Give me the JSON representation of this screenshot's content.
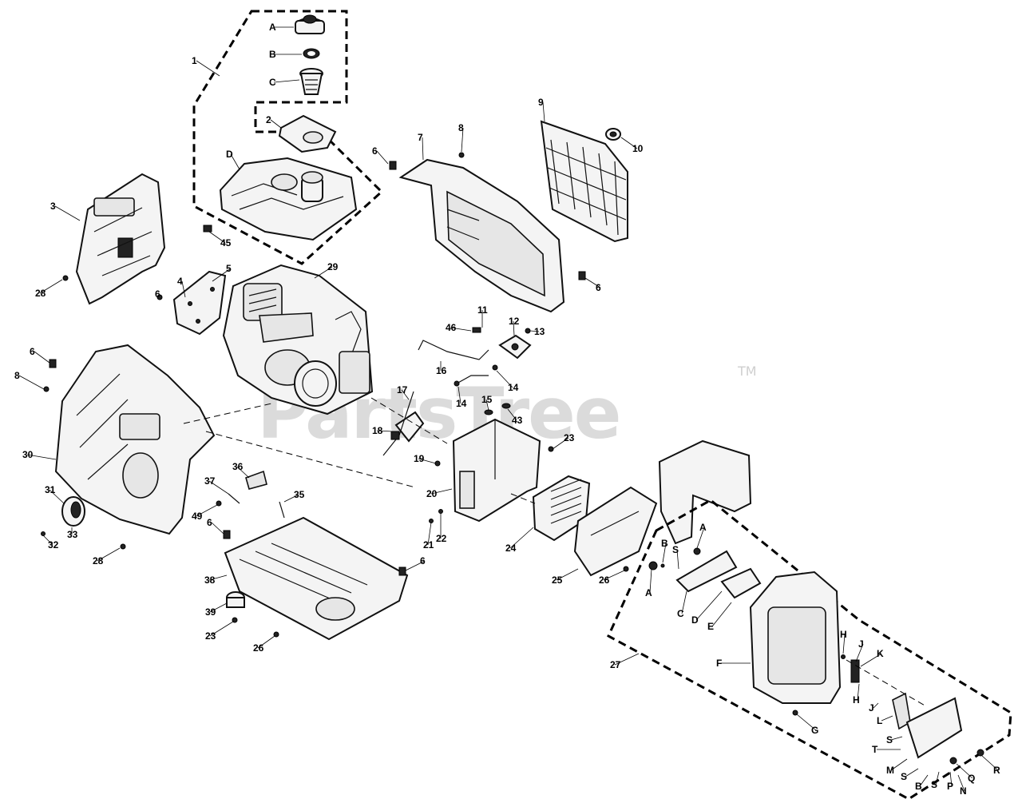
{
  "watermark": {
    "text": "PartsTree",
    "mark": "TM"
  },
  "callouts": [
    {
      "id": "1",
      "text": "1"
    },
    {
      "id": "A-top",
      "text": "A"
    },
    {
      "id": "B-top",
      "text": "B"
    },
    {
      "id": "C-top",
      "text": "C"
    },
    {
      "id": "2",
      "text": "2"
    },
    {
      "id": "D-top",
      "text": "D"
    },
    {
      "id": "3",
      "text": "3"
    },
    {
      "id": "28-a",
      "text": "28"
    },
    {
      "id": "45",
      "text": "45"
    },
    {
      "id": "5",
      "text": "5"
    },
    {
      "id": "4",
      "text": "4"
    },
    {
      "id": "6-a",
      "text": "6"
    },
    {
      "id": "29",
      "text": "29"
    },
    {
      "id": "6-b",
      "text": "6"
    },
    {
      "id": "7",
      "text": "7"
    },
    {
      "id": "8-a",
      "text": "8"
    },
    {
      "id": "9",
      "text": "9"
    },
    {
      "id": "10",
      "text": "10"
    },
    {
      "id": "6-c",
      "text": "6"
    },
    {
      "id": "11",
      "text": "11"
    },
    {
      "id": "46",
      "text": "46"
    },
    {
      "id": "12",
      "text": "12"
    },
    {
      "id": "13",
      "text": "13"
    },
    {
      "id": "16",
      "text": "16"
    },
    {
      "id": "14-a",
      "text": "14"
    },
    {
      "id": "14-b",
      "text": "14"
    },
    {
      "id": "15",
      "text": "15"
    },
    {
      "id": "43",
      "text": "43"
    },
    {
      "id": "6-d",
      "text": "6"
    },
    {
      "id": "8-b",
      "text": "8"
    },
    {
      "id": "30",
      "text": "30"
    },
    {
      "id": "17",
      "text": "17"
    },
    {
      "id": "18",
      "text": "18"
    },
    {
      "id": "19",
      "text": "19"
    },
    {
      "id": "20",
      "text": "20"
    },
    {
      "id": "23-a",
      "text": "23"
    },
    {
      "id": "31",
      "text": "31"
    },
    {
      "id": "33",
      "text": "33"
    },
    {
      "id": "32",
      "text": "32"
    },
    {
      "id": "28-b",
      "text": "28"
    },
    {
      "id": "36",
      "text": "36"
    },
    {
      "id": "37",
      "text": "37"
    },
    {
      "id": "49",
      "text": "49"
    },
    {
      "id": "35",
      "text": "35"
    },
    {
      "id": "6-e",
      "text": "6"
    },
    {
      "id": "38",
      "text": "38"
    },
    {
      "id": "39",
      "text": "39"
    },
    {
      "id": "23-b",
      "text": "23"
    },
    {
      "id": "26-a",
      "text": "26"
    },
    {
      "id": "6-f",
      "text": "6"
    },
    {
      "id": "21",
      "text": "21"
    },
    {
      "id": "22",
      "text": "22"
    },
    {
      "id": "24",
      "text": "24"
    },
    {
      "id": "25",
      "text": "25"
    },
    {
      "id": "26-b",
      "text": "26"
    },
    {
      "id": "A-r1",
      "text": "A"
    },
    {
      "id": "B-r1",
      "text": "B"
    },
    {
      "id": "S-r1",
      "text": "S"
    },
    {
      "id": "A-r2",
      "text": "A"
    },
    {
      "id": "C-r",
      "text": "C"
    },
    {
      "id": "D-r",
      "text": "D"
    },
    {
      "id": "E-r",
      "text": "E"
    },
    {
      "id": "27",
      "text": "27"
    },
    {
      "id": "F-r",
      "text": "F"
    },
    {
      "id": "H-r1",
      "text": "H"
    },
    {
      "id": "J-r1",
      "text": "J"
    },
    {
      "id": "K-r",
      "text": "K"
    },
    {
      "id": "H-r2",
      "text": "H"
    },
    {
      "id": "J-r2",
      "text": "J"
    },
    {
      "id": "L-r",
      "text": "L"
    },
    {
      "id": "G-r",
      "text": "G"
    },
    {
      "id": "S-r2",
      "text": "S"
    },
    {
      "id": "T-r",
      "text": "T"
    },
    {
      "id": "M-r",
      "text": "M"
    },
    {
      "id": "S-r3",
      "text": "S"
    },
    {
      "id": "B-r2",
      "text": "B"
    },
    {
      "id": "S-r4",
      "text": "S"
    },
    {
      "id": "P-r",
      "text": "P"
    },
    {
      "id": "N-r",
      "text": "N"
    },
    {
      "id": "Q-r",
      "text": "Q"
    },
    {
      "id": "R-r",
      "text": "R"
    }
  ]
}
